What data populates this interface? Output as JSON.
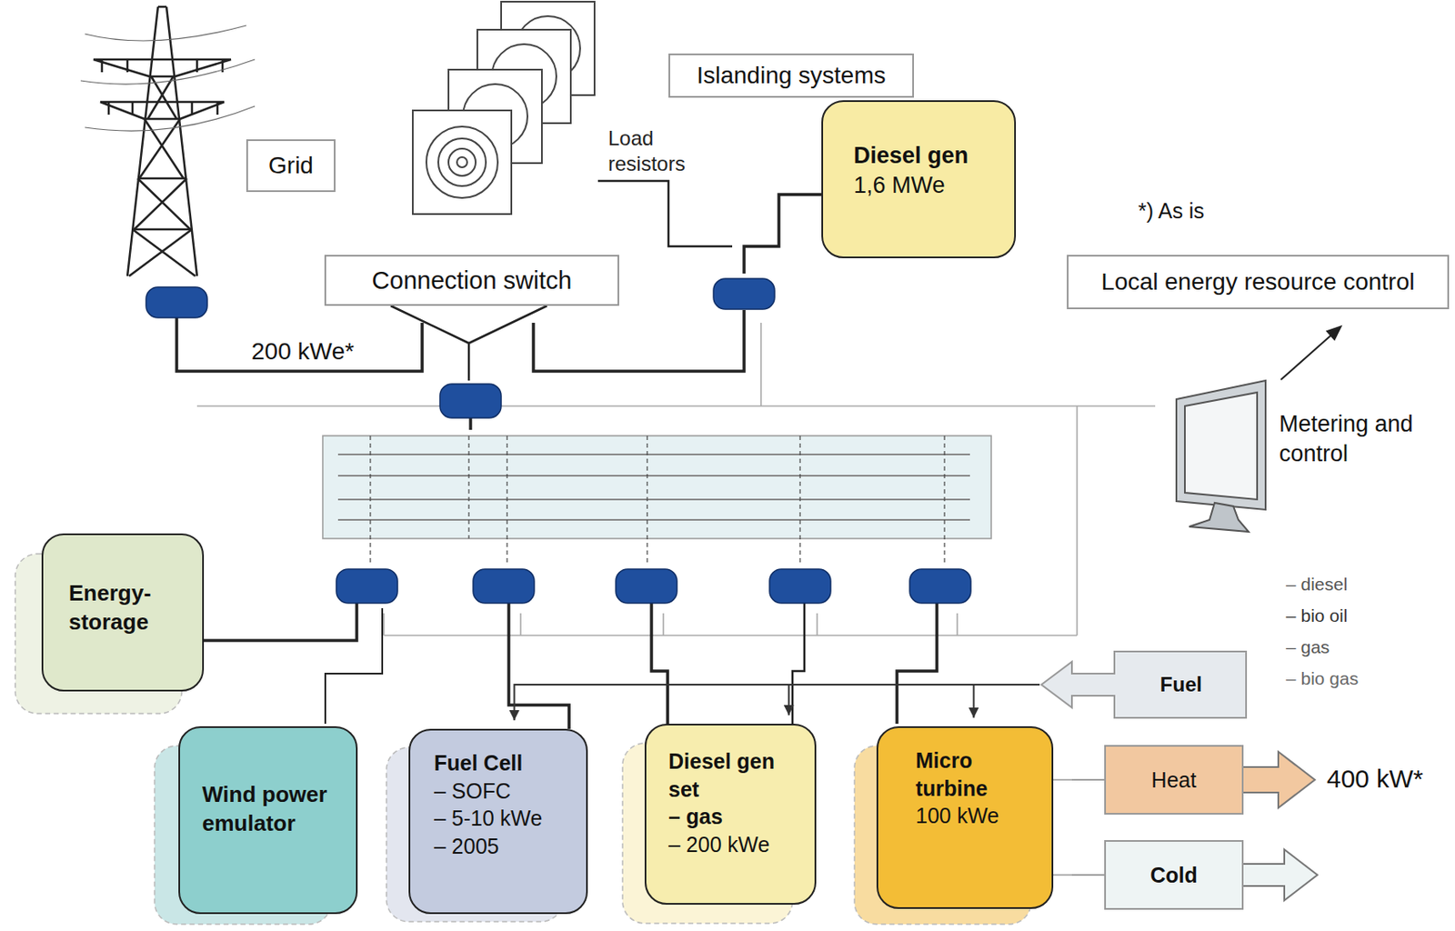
{
  "diagram": {
    "nodes": [
      {
        "text": [
          "Grid"
        ]
      },
      {
        "text": [
          "Connection switch"
        ]
      },
      {
        "text": [
          "Islanding systems"
        ]
      },
      {
        "text": [
          "Diesel gen",
          "1,6 MWe"
        ]
      },
      {
        "text": [
          "Local energy resource control"
        ]
      },
      {
        "text": [
          "Energy-storage"
        ]
      },
      {
        "text": [
          "Wind power emulator"
        ]
      },
      {
        "text": [
          "Fuel Cell",
          "– SOFC",
          "– 5-10 kWe",
          "– 2005"
        ]
      },
      {
        "text": [
          "Diesel gen set",
          "– gas",
          "– 200 kWe"
        ]
      },
      {
        "text": [
          "Micro turbine",
          "100 kWe"
        ]
      },
      {
        "text": [
          "Fuel"
        ]
      },
      {
        "text": [
          "Heat"
        ]
      },
      {
        "text": [
          "Cold"
        ]
      }
    ],
    "edges": [
      {
        "from": 10,
        "to": 7,
        "arrow": "to"
      },
      {
        "from": 10,
        "to": 8,
        "arrow": "to"
      },
      {
        "from": 10,
        "to": 9,
        "arrow": "to"
      },
      {
        "from": 9,
        "to": 11,
        "arrow": "none"
      },
      {
        "from": 9,
        "to": 12,
        "arrow": "none"
      }
    ],
    "labels": [
      "Load resistors",
      "200 kWe*",
      "*) As is",
      "Metering and control",
      "– diesel",
      "– bio oil",
      "– gas",
      "– bio gas",
      "400 kW*"
    ]
  }
}
